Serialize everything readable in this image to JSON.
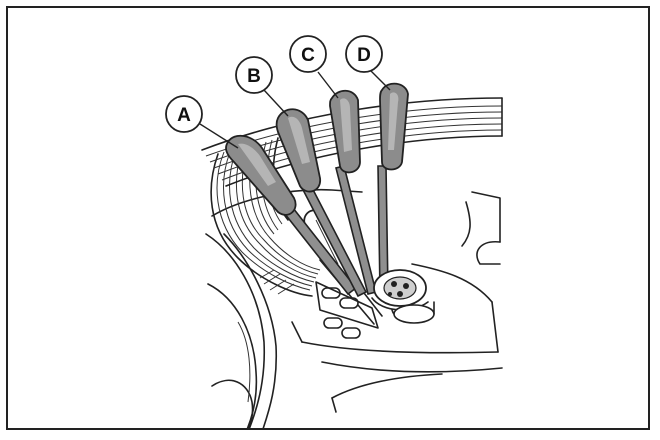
{
  "figure": {
    "callouts": [
      {
        "id": "lever-a",
        "label": "A"
      },
      {
        "id": "lever-b",
        "label": "B"
      },
      {
        "id": "lever-c",
        "label": "C"
      },
      {
        "id": "lever-d",
        "label": "D"
      }
    ],
    "colors": {
      "knob": "#8c8c8c",
      "line": "#222222",
      "background": "#ffffff"
    }
  }
}
